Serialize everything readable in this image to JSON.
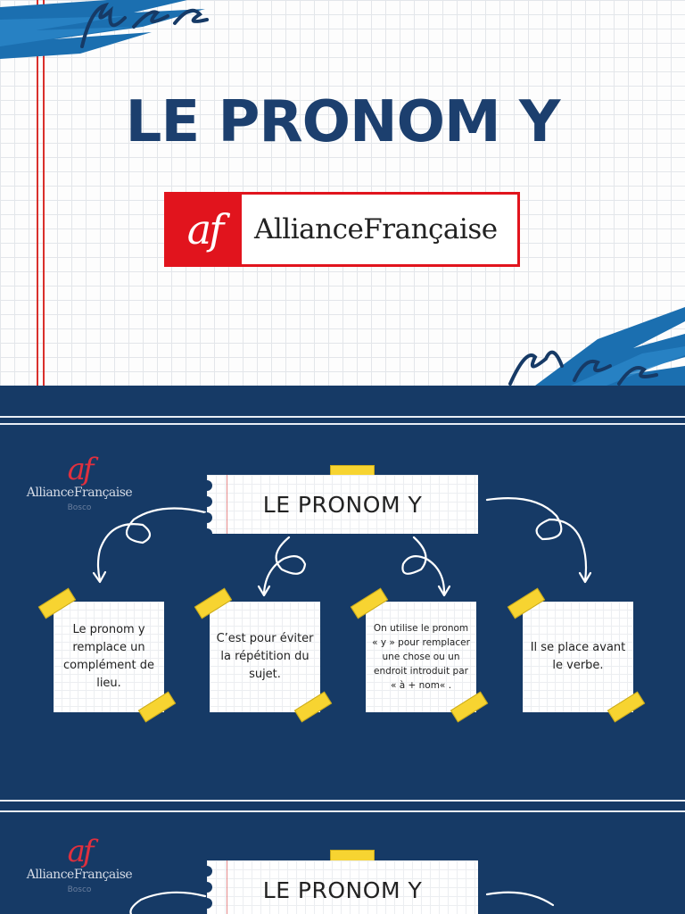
{
  "slide1": {
    "title": "LE PRONOM Y",
    "logo": {
      "mark": "af",
      "name": "AllianceFrançaise"
    },
    "colors": {
      "title": "#1c3f6e",
      "logo_red": "#e1141d",
      "brush": "#1b6fb0"
    }
  },
  "slide2": {
    "logo": {
      "mark": "af",
      "name": "AllianceFrançaise",
      "city": "Bosco"
    },
    "title": "LE PRONOM Y",
    "notes": [
      {
        "text": "Le pronom y remplace un complément de lieu."
      },
      {
        "text": "C’est pour éviter la répétition du sujet."
      },
      {
        "text": "On utilise le pronom « y » pour remplacer une chose ou un endroit introduit par « à + nom« ."
      },
      {
        "text": "Il se place avant le verbe."
      }
    ],
    "colors": {
      "background": "#163a66",
      "tape": "#f7d431"
    }
  },
  "slide3": {
    "logo": {
      "mark": "af",
      "name": "AllianceFrançaise",
      "city": "Bosco"
    },
    "title": "LE PRONOM Y"
  }
}
